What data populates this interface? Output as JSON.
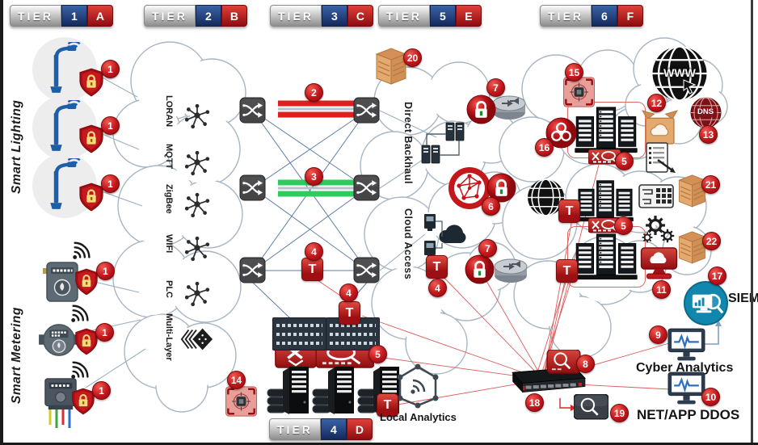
{
  "tiers": {
    "t1": {
      "word": "TIER",
      "number": "1",
      "letter": "A"
    },
    "t2": {
      "word": "TIER",
      "number": "2",
      "letter": "B"
    },
    "t3": {
      "word": "TIER",
      "number": "3",
      "letter": "C"
    },
    "t5": {
      "word": "TIER",
      "number": "5",
      "letter": "E"
    },
    "t6": {
      "word": "TIER",
      "number": "6",
      "letter": "F"
    },
    "t4": {
      "word": "TIER",
      "number": "4",
      "letter": "D"
    }
  },
  "zones": {
    "smart_lighting": "Smart Lighting",
    "smart_metering": "Smart Metering"
  },
  "protocols": {
    "loran": "LORAN",
    "mqtt": "MQTT",
    "zigbee": "ZigBee",
    "wifi": "WIFI",
    "plc": "PLC",
    "multi_layer": "Multi-Layer"
  },
  "paths": {
    "direct_backhaul": "Direct Backhaul",
    "cloud_access": "Cloud Access"
  },
  "systems": {
    "local_analytics": "Local Analytics",
    "siem": "SIEM",
    "cyber_analytics": "Cyber Analytics",
    "net_app_ddos": "NET/APP DDOS",
    "www": "WWW",
    "dns": "DNS"
  },
  "markers": {
    "tap": "T"
  },
  "badges": {
    "n1": "1",
    "n2": "2",
    "n3": "3",
    "n4": "4",
    "n5": "5",
    "n6": "6",
    "n7": "7",
    "n8": "8",
    "n9": "9",
    "n10": "10",
    "n11": "11",
    "n12": "12",
    "n13": "13",
    "n14": "14",
    "n15": "15",
    "n16": "16",
    "n17": "17",
    "n18": "18",
    "n19": "19",
    "n20": "20",
    "n21": "21",
    "n22": "22"
  },
  "colors": {
    "badge_red": "#c0161b",
    "trunk_red": "#dd1f1f",
    "trunk_green": "#2ecc5e",
    "accent_red": "#c42a28",
    "cloud_stroke": "#a8b6c2",
    "siem_teal": "#1287ad"
  }
}
